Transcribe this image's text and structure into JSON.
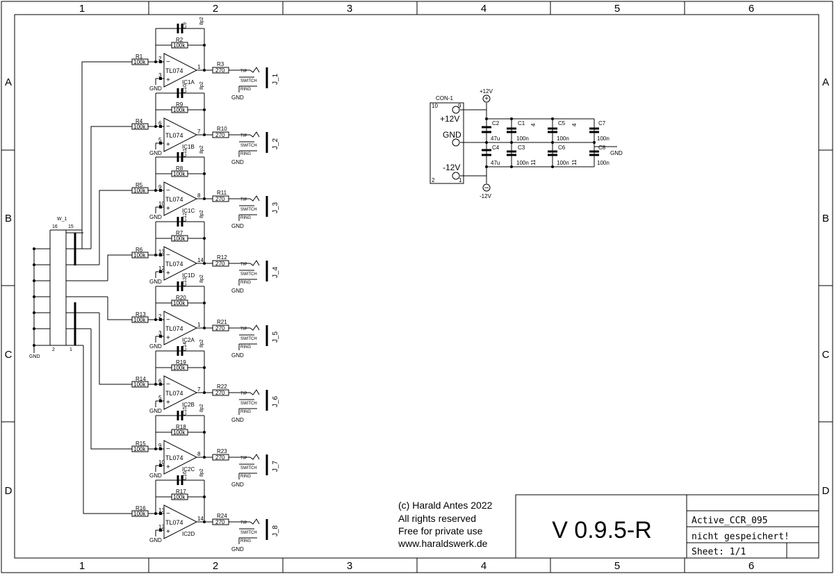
{
  "frame": {
    "columns": [
      "1",
      "2",
      "3",
      "4",
      "5",
      "6"
    ],
    "rows": [
      "A",
      "B",
      "C",
      "D"
    ]
  },
  "connector_w1": {
    "ref": "W_1",
    "pins": [
      "16",
      "15",
      "2",
      "1"
    ],
    "gnd": "GND"
  },
  "channels": [
    {
      "in_res": "R1",
      "fb_res": "R2",
      "fb_cap": "C9",
      "out_res": "R3",
      "opamp": "IC1A",
      "pin_neg": "2",
      "pin_pos": "3",
      "pin_out": "1",
      "jack": "J_1"
    },
    {
      "in_res": "R4",
      "fb_res": "R9",
      "fb_cap": "C10",
      "out_res": "R10",
      "opamp": "IC1B",
      "pin_neg": "6",
      "pin_pos": "5",
      "pin_out": "7",
      "jack": "J_2"
    },
    {
      "in_res": "R5",
      "fb_res": "R8",
      "fb_cap": "C11",
      "out_res": "R11",
      "opamp": "IC1C",
      "pin_neg": "9",
      "pin_pos": "10",
      "pin_out": "8",
      "jack": "J_3"
    },
    {
      "in_res": "R6",
      "fb_res": "R7",
      "fb_cap": "C12",
      "out_res": "R12",
      "opamp": "IC1D",
      "pin_neg": "13",
      "pin_pos": "12",
      "pin_out": "14",
      "jack": "J_4"
    },
    {
      "in_res": "R13",
      "fb_res": "R20",
      "fb_cap": "C13",
      "out_res": "R21",
      "opamp": "IC2A",
      "pin_neg": "2",
      "pin_pos": "3",
      "pin_out": "1",
      "jack": "J_5"
    },
    {
      "in_res": "R14",
      "fb_res": "R19",
      "fb_cap": "C14",
      "out_res": "R22",
      "opamp": "IC2B",
      "pin_neg": "6",
      "pin_pos": "5",
      "pin_out": "7",
      "jack": "J_6"
    },
    {
      "in_res": "R15",
      "fb_res": "R18",
      "fb_cap": "C15",
      "out_res": "R23",
      "opamp": "IC2C",
      "pin_neg": "9",
      "pin_pos": "10",
      "pin_out": "8",
      "jack": "J_7"
    },
    {
      "in_res": "R16",
      "fb_res": "R17",
      "fb_cap": "C16",
      "out_res": "R24",
      "opamp": "IC2D",
      "pin_neg": "13",
      "pin_pos": "12",
      "pin_out": "14",
      "jack": "J_8"
    }
  ],
  "common": {
    "res_100k": "100k",
    "res_270": "270",
    "cap_8p2": "8p2",
    "opamp_part": "TL074",
    "gnd": "GND",
    "minus": "−",
    "plus": "+",
    "tip": "TIP",
    "switch": "SWITCH",
    "ring": "RING"
  },
  "power": {
    "connector": "CON-1",
    "pin_10": "10",
    "pin_9": "9",
    "pin_2": "2",
    "pin_1": "1",
    "label_p12": "+12V",
    "label_gnd": "GND",
    "label_m12": "-12V",
    "rail_p12": "+12V",
    "rail_m12": "-12V",
    "gnd_right": "GND",
    "caps": [
      {
        "ref": "C2",
        "value": "47u"
      },
      {
        "ref": "C4",
        "value": "47u"
      },
      {
        "ref": "C1",
        "value": "100n"
      },
      {
        "ref": "C3",
        "value": "100n"
      },
      {
        "ref": "C5",
        "value": "100n"
      },
      {
        "ref": "C6",
        "value": "100n"
      },
      {
        "ref": "C7",
        "value": "100n"
      },
      {
        "ref": "C8",
        "value": "100n"
      }
    ],
    "pin4_a": "4",
    "pin4_b": "4",
    "pin11_a": "11",
    "pin11_b": "11"
  },
  "copyright": {
    "line1": "(c) Harald Antes 2022",
    "line2": "All rights reserved",
    "line3": "Free for private use",
    "line4": "www.haraldswerk.de"
  },
  "title_block": {
    "version": "V 0.9.5-R",
    "project": "Active_CCR_095",
    "status": "nicht gespeichert!",
    "sheet": "Sheet: 1/1"
  }
}
